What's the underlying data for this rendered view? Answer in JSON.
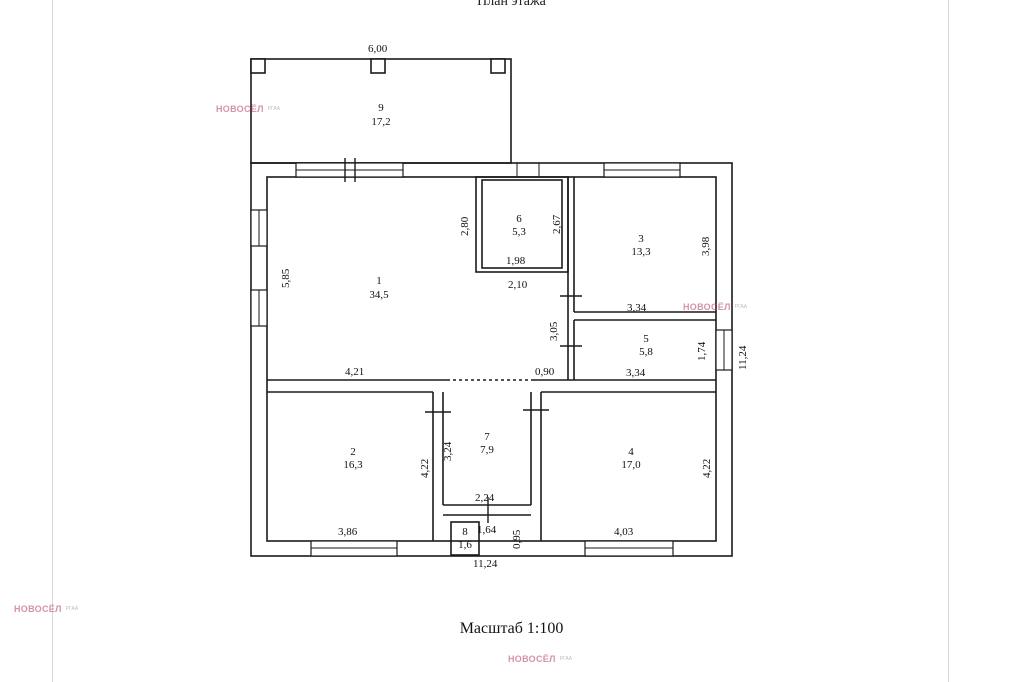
{
  "title": "План этажа",
  "scale": "Масштаб 1:100",
  "colors": {
    "wall": "#1a1a1a",
    "background": "#ffffff",
    "watermark": "#b23a5a"
  },
  "watermark": {
    "brand": "НОВОСЁЛ",
    "icon": "house-logo-icon",
    "badge": "РГАА"
  },
  "rooms": [
    {
      "number": "1",
      "area": "34,5"
    },
    {
      "number": "2",
      "area": "16,3"
    },
    {
      "number": "3",
      "area": "13,3"
    },
    {
      "number": "4",
      "area": "17,0"
    },
    {
      "number": "5",
      "area": "5,8"
    },
    {
      "number": "6",
      "area": "5,3"
    },
    {
      "number": "7",
      "area": "7,9"
    },
    {
      "number": "8",
      "area": "1,6"
    },
    {
      "number": "9",
      "area": "17,2"
    }
  ],
  "dimensions": {
    "terrace_width": "6,00",
    "room1_height": "5,85",
    "room1_bottom": "4,21",
    "room1_right_step": "2,80",
    "room1_right_lower": "3,05",
    "room6_height": "2,67",
    "room6_bottom": "1,98",
    "corridor_width": "2,10",
    "room3_height": "3,98",
    "room3_bottom": "3,34",
    "room5_height": "1,74",
    "room5_bottom": "3,34",
    "doorway": "0,90",
    "total_height": "11,24",
    "room2_height": "4,22",
    "room2_bottom": "3,86",
    "room7_height": "3,24",
    "room7_bottom": "2,24",
    "room8_width": "1,64",
    "room8_height": "0,95",
    "room4_height": "4,22",
    "room4_bottom": "4,03",
    "total_width": "11,24"
  }
}
